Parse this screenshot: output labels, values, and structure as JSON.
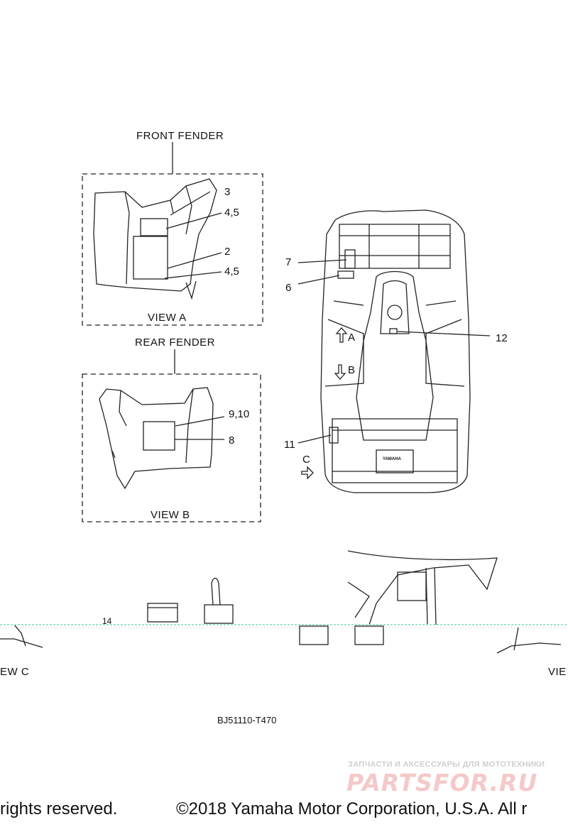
{
  "views": {
    "front_fender_title": "FRONT FENDER",
    "rear_fender_title": "REAR FENDER",
    "view_a": "VIEW A",
    "view_b": "VIEW B",
    "view_c_partial": "EW C",
    "view_d_partial": "VIE"
  },
  "callouts": {
    "c1": "3",
    "c2": "4,5",
    "c3": "2",
    "c4": "4,5",
    "c5": "9,10",
    "c6": "8",
    "c7": "7",
    "c8": "6",
    "c9": "12",
    "c10": "11",
    "c11": "14",
    "arrow_a": "A",
    "arrow_b": "B",
    "arrow_c": "C"
  },
  "diagram_code": "BJ51110-T470",
  "watermark": {
    "tagline": "ЗАПЧАСТИ И АКСЕССУАРЫ ДЛЯ МОТОТЕХНИКИ",
    "logo": "PARTSFOR.RU"
  },
  "footer": {
    "left": "rights reserved.",
    "right": "©2018 Yamaha Motor Corporation, U.S.A. All r"
  },
  "emblem": "YAMAHA"
}
